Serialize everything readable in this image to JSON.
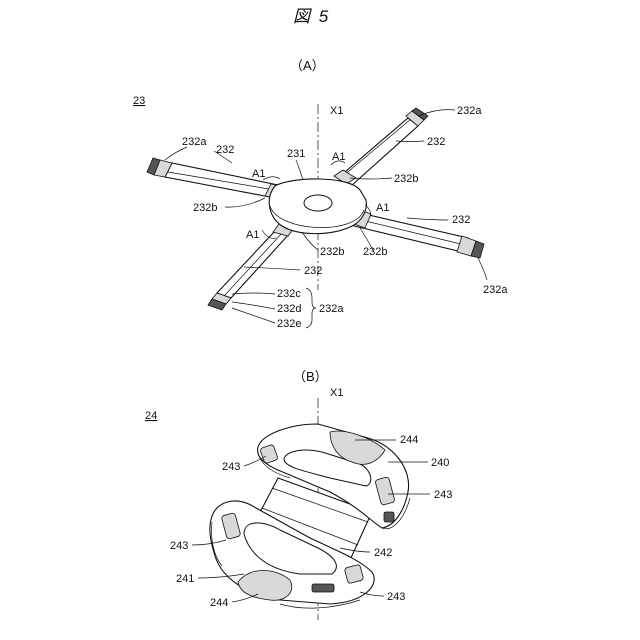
{
  "figure_title": "図 5",
  "panel_a": {
    "label": "（A）",
    "ref": "23",
    "axis": "X1",
    "labels": {
      "tr_tip": "232a",
      "tl_tip": "232a",
      "br_tip": "232a",
      "tl_arm": "232",
      "tr_arm": "232",
      "r_arm": "232",
      "bl_arm": "232",
      "hub": "231",
      "a1_tl": "A1",
      "a1_tr": "A1",
      "a1_r": "A1",
      "a1_bl": "A1",
      "b_tl": "232b",
      "b_tr": "232b",
      "b_bm": "232b",
      "b_br": "232b",
      "c": "232c",
      "d": "232d",
      "e": "232e",
      "group": "232a"
    }
  },
  "panel_b": {
    "label": "（B）",
    "ref": "24",
    "axis": "X1",
    "labels": {
      "top_244": "244",
      "top_240": "240",
      "left_243_top": "243",
      "right_243_top": "243",
      "left_243_bot": "243",
      "center_242": "242",
      "left_241": "241",
      "bottom_244": "244",
      "bottom_243": "243"
    }
  }
}
